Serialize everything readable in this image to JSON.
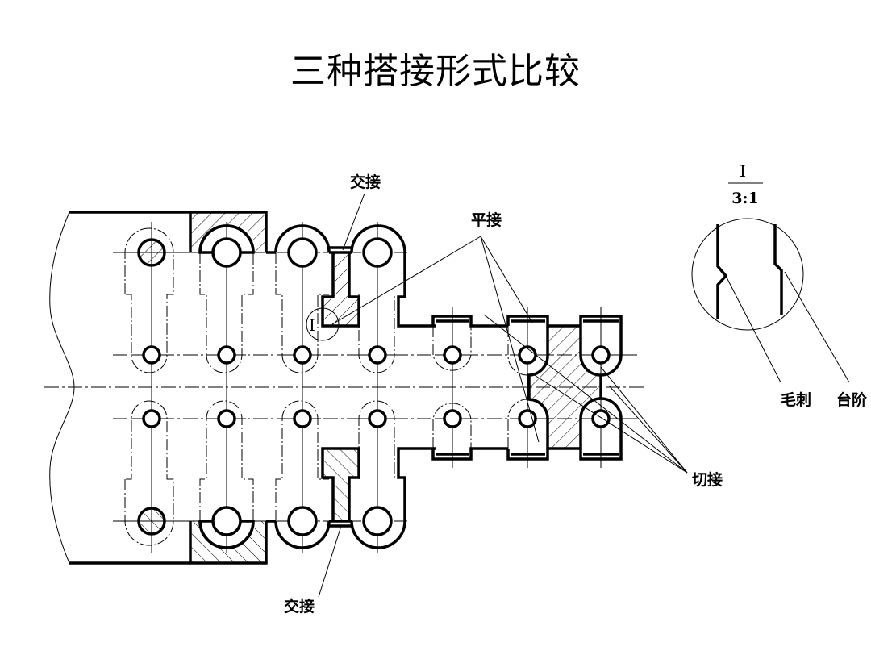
{
  "title": "三种搭接形式比较",
  "callouts": {
    "jiaojie_top": "交接",
    "jiaojie_bottom": "交接",
    "pingjie": "平接",
    "qiejie": "切接"
  },
  "detail": {
    "marker": "I",
    "view_label": "I",
    "scale": "3:1",
    "burr_label": "毛刺",
    "step_label": "台阶"
  },
  "colors": {
    "line": "#000000",
    "background": "#ffffff"
  }
}
